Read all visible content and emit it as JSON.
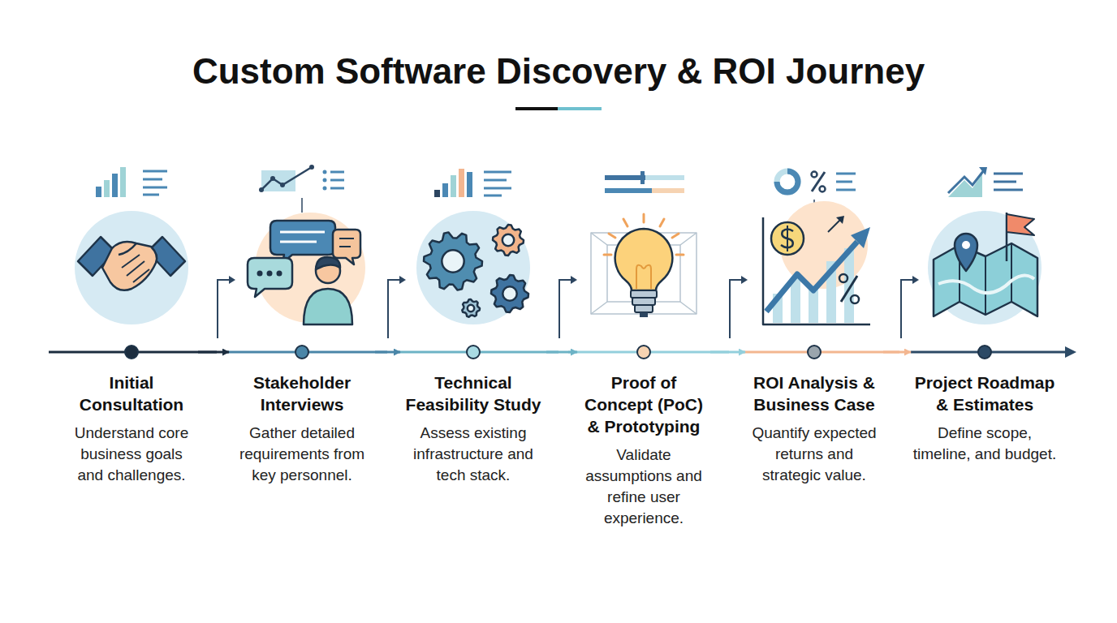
{
  "diagram": {
    "title": "Custom Software Discovery & ROI Journey",
    "nodes": [
      {
        "text": [
          "Initial Consultation",
          "Understand core business goals and challenges."
        ]
      },
      {
        "text": [
          "Stakeholder Interviews",
          "Gather detailed requirements from key personnel."
        ]
      },
      {
        "text": [
          "Technical Feasibility Study",
          "Assess existing infrastructure and tech stack."
        ]
      },
      {
        "text": [
          "Proof of Concept (PoC) & Prototyping",
          "Validate assumptions and refine user experience."
        ]
      },
      {
        "text": [
          "ROI Analysis & Business Case",
          "Quantify expected returns and strategic value."
        ]
      },
      {
        "text": [
          "Project Roadmap & Estimates",
          "Define scope, timeline, and budget."
        ]
      }
    ],
    "edges": [
      {
        "from": 0,
        "to": 1,
        "arrow": "to"
      },
      {
        "from": 1,
        "to": 2,
        "arrow": "to"
      },
      {
        "from": 2,
        "to": 3,
        "arrow": "to"
      },
      {
        "from": 3,
        "to": 4,
        "arrow": "to"
      },
      {
        "from": 4,
        "to": 5,
        "arrow": "to"
      }
    ]
  }
}
